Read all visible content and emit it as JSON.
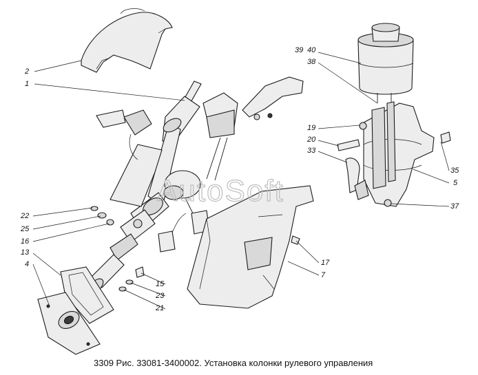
{
  "caption": "3309 Рис. 33081-3400002. Установка колонки рулевого управления",
  "watermark": "AutoSoft",
  "callouts": [
    {
      "id": "c2",
      "text": "2"
    },
    {
      "id": "c1",
      "text": "1"
    },
    {
      "id": "c22",
      "text": "22"
    },
    {
      "id": "c25",
      "text": "25"
    },
    {
      "id": "c16",
      "text": "16"
    },
    {
      "id": "c13",
      "text": "13"
    },
    {
      "id": "c4",
      "text": "4"
    },
    {
      "id": "c15",
      "text": "15"
    },
    {
      "id": "c23",
      "text": "23"
    },
    {
      "id": "c21",
      "text": "21"
    },
    {
      "id": "c17",
      "text": "17"
    },
    {
      "id": "c7",
      "text": "7"
    },
    {
      "id": "c39",
      "text": "39"
    },
    {
      "id": "c40",
      "text": "40"
    },
    {
      "id": "c38",
      "text": "38"
    },
    {
      "id": "c19",
      "text": "19"
    },
    {
      "id": "c20",
      "text": "20"
    },
    {
      "id": "c33",
      "text": "33"
    },
    {
      "id": "c35",
      "text": "35"
    },
    {
      "id": "c5",
      "text": "5"
    },
    {
      "id": "c37",
      "text": "37"
    }
  ]
}
